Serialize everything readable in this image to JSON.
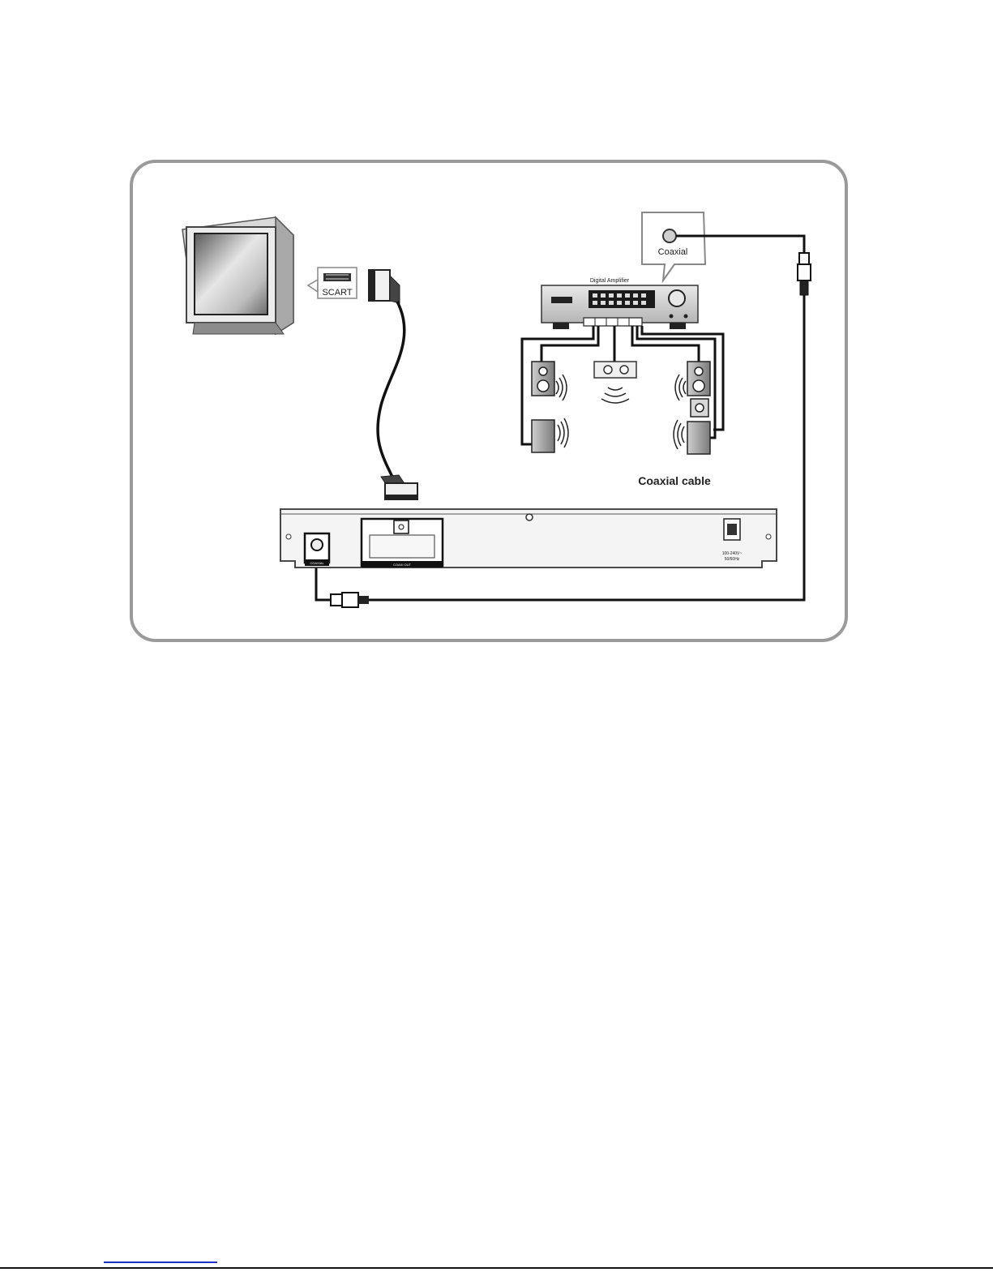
{
  "labels": {
    "scart": "SCART",
    "coaxial": "Coaxial",
    "amplifier": "Digital Amplifier",
    "coaxial_cable": "Coaxial cable",
    "coaxial_port": "COAXIAL",
    "scart_port": "COAXI OUT",
    "power_rating_1": "100-240V~",
    "power_rating_2": "50/60Hz"
  },
  "colors": {
    "frame": "#9a9a9a",
    "cable": "#111111",
    "device": "#f2f2f2"
  }
}
